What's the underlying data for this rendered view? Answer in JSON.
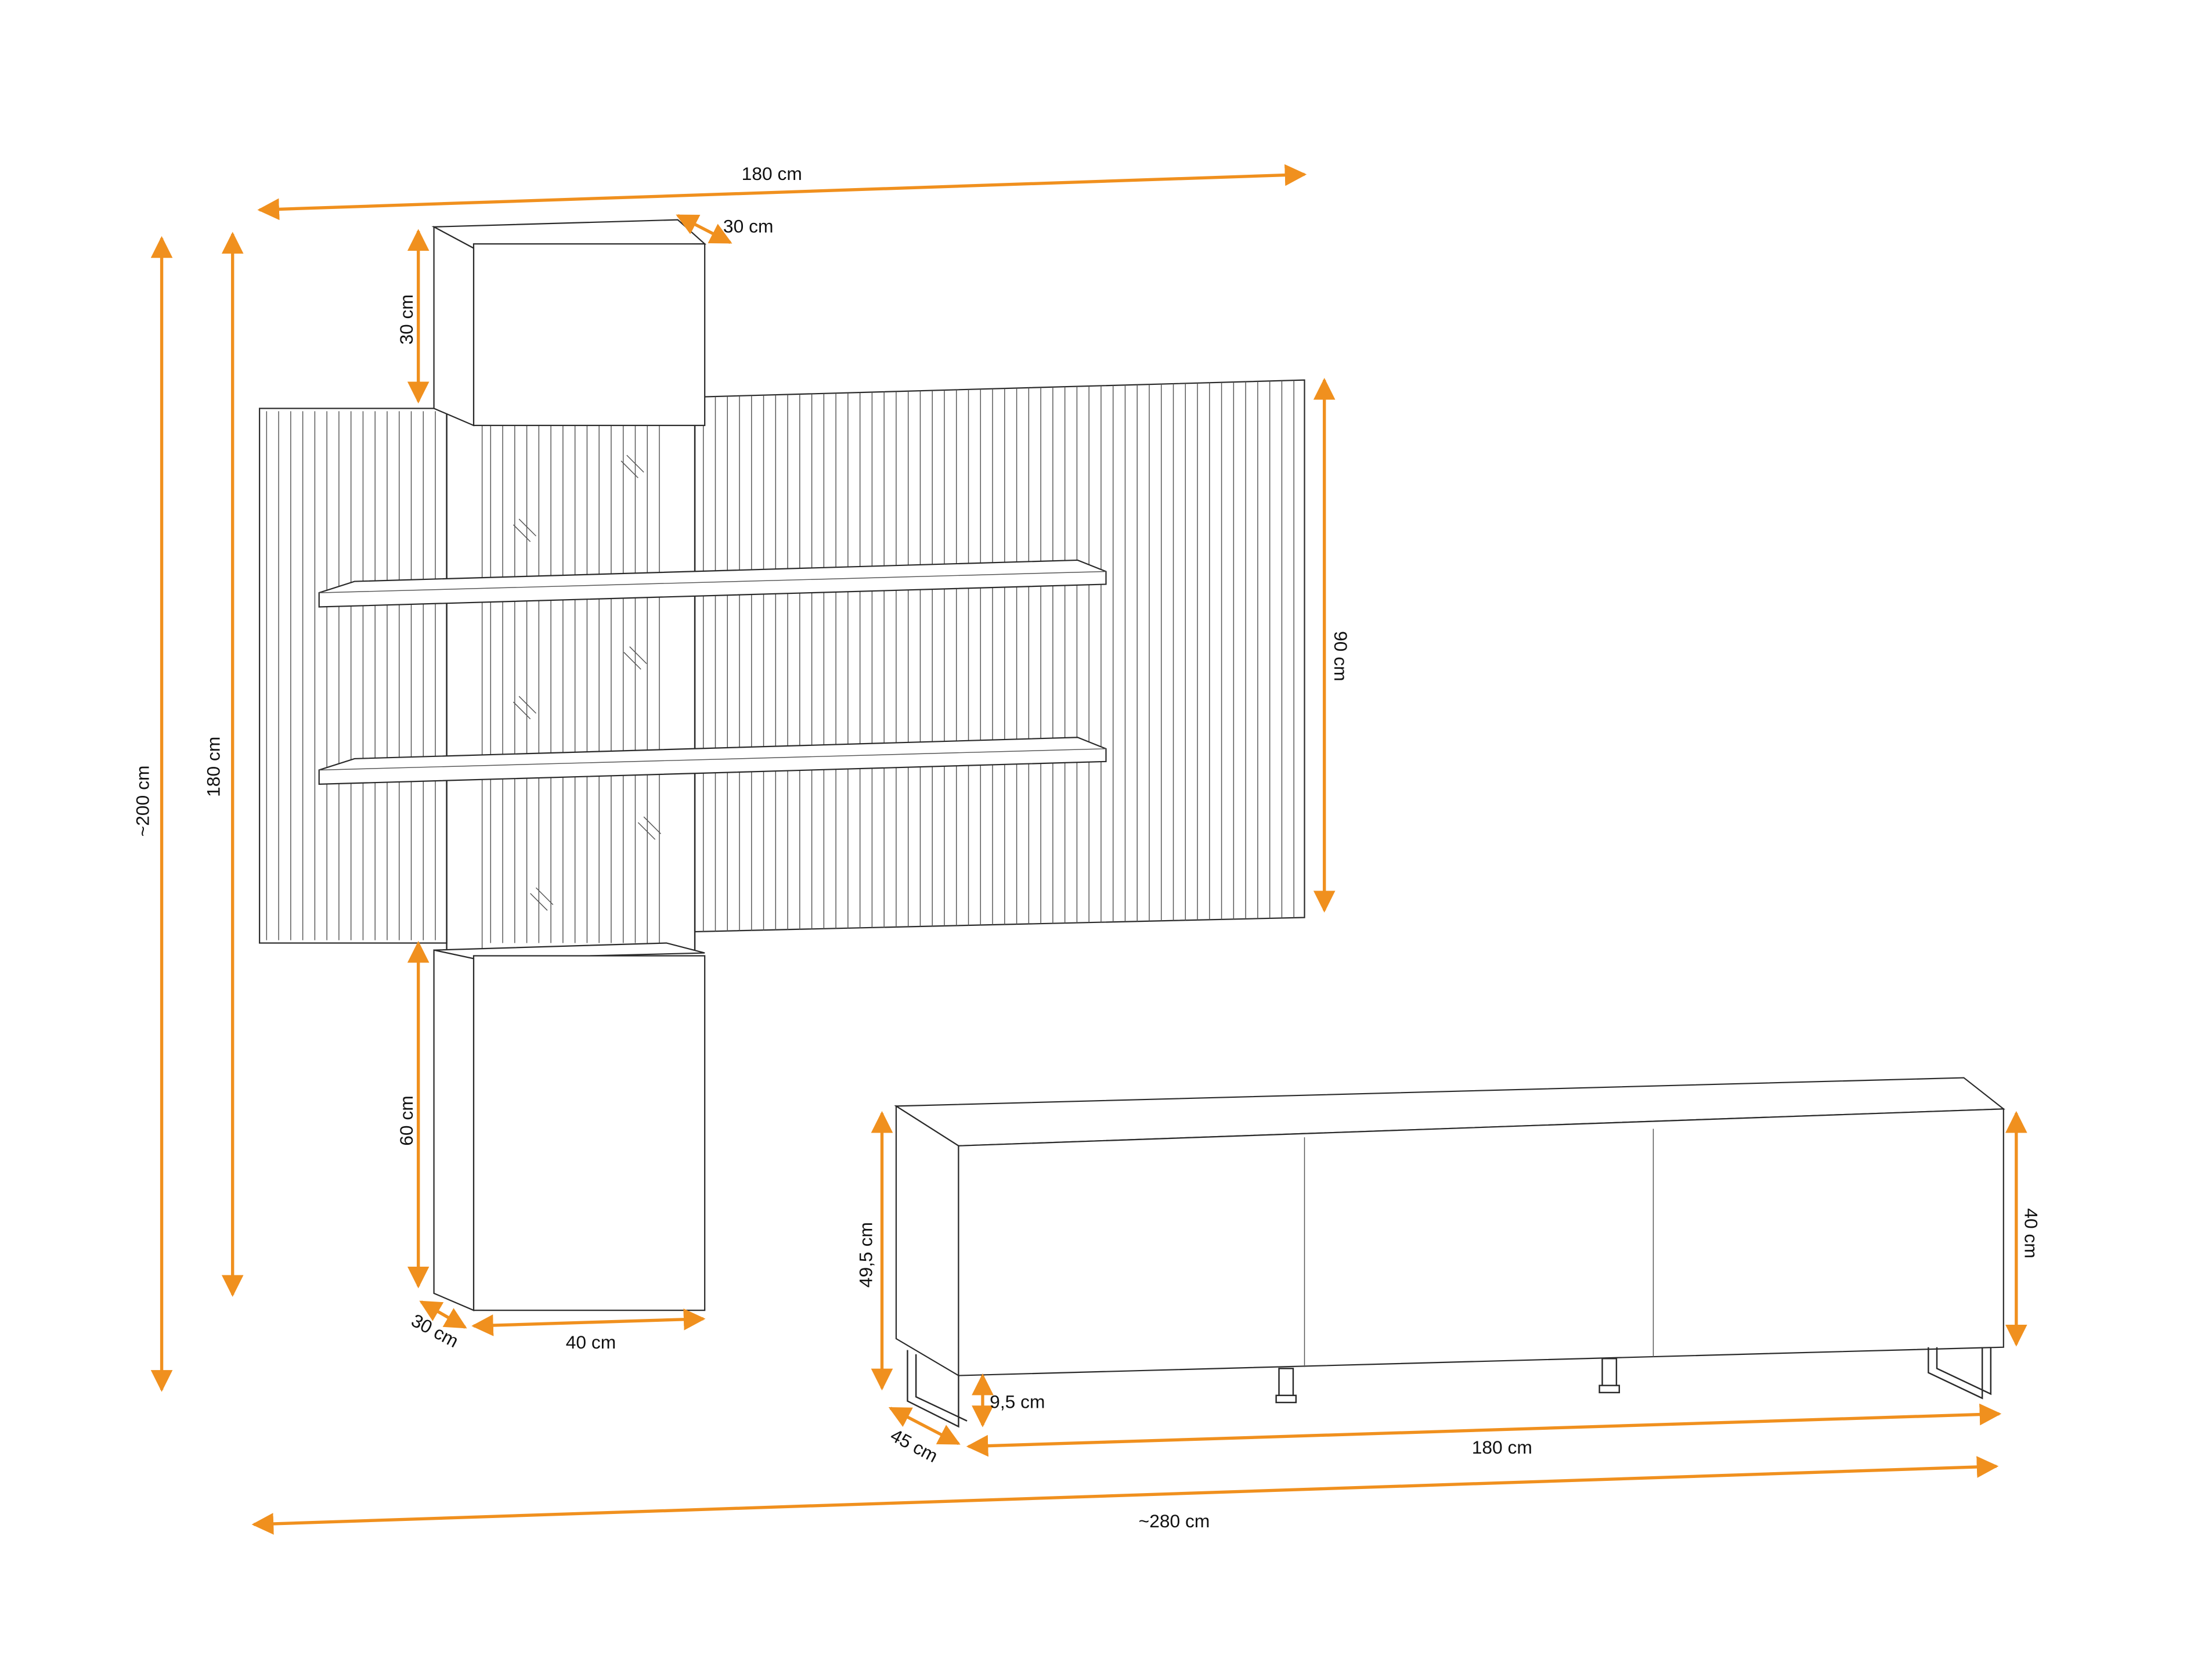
{
  "accent_color": "#f0901e",
  "dimensions": {
    "wall_panel_width": "180 cm",
    "upper_cabinet_depth": "30 cm",
    "upper_cabinet_height": "30 cm",
    "total_height": "~200 cm",
    "wall_unit_height": "180 cm",
    "panel_height": "90 cm",
    "lower_cabinet_height": "60 cm",
    "lower_cabinet_depth": "30 cm",
    "lower_cabinet_width": "40 cm",
    "tv_stand_total_height": "49,5 cm",
    "tv_stand_body_height": "40 cm",
    "tv_stand_leg_height": "9,5 cm",
    "tv_stand_depth": "45 cm",
    "tv_stand_width": "180 cm",
    "total_width": "~280 cm"
  }
}
